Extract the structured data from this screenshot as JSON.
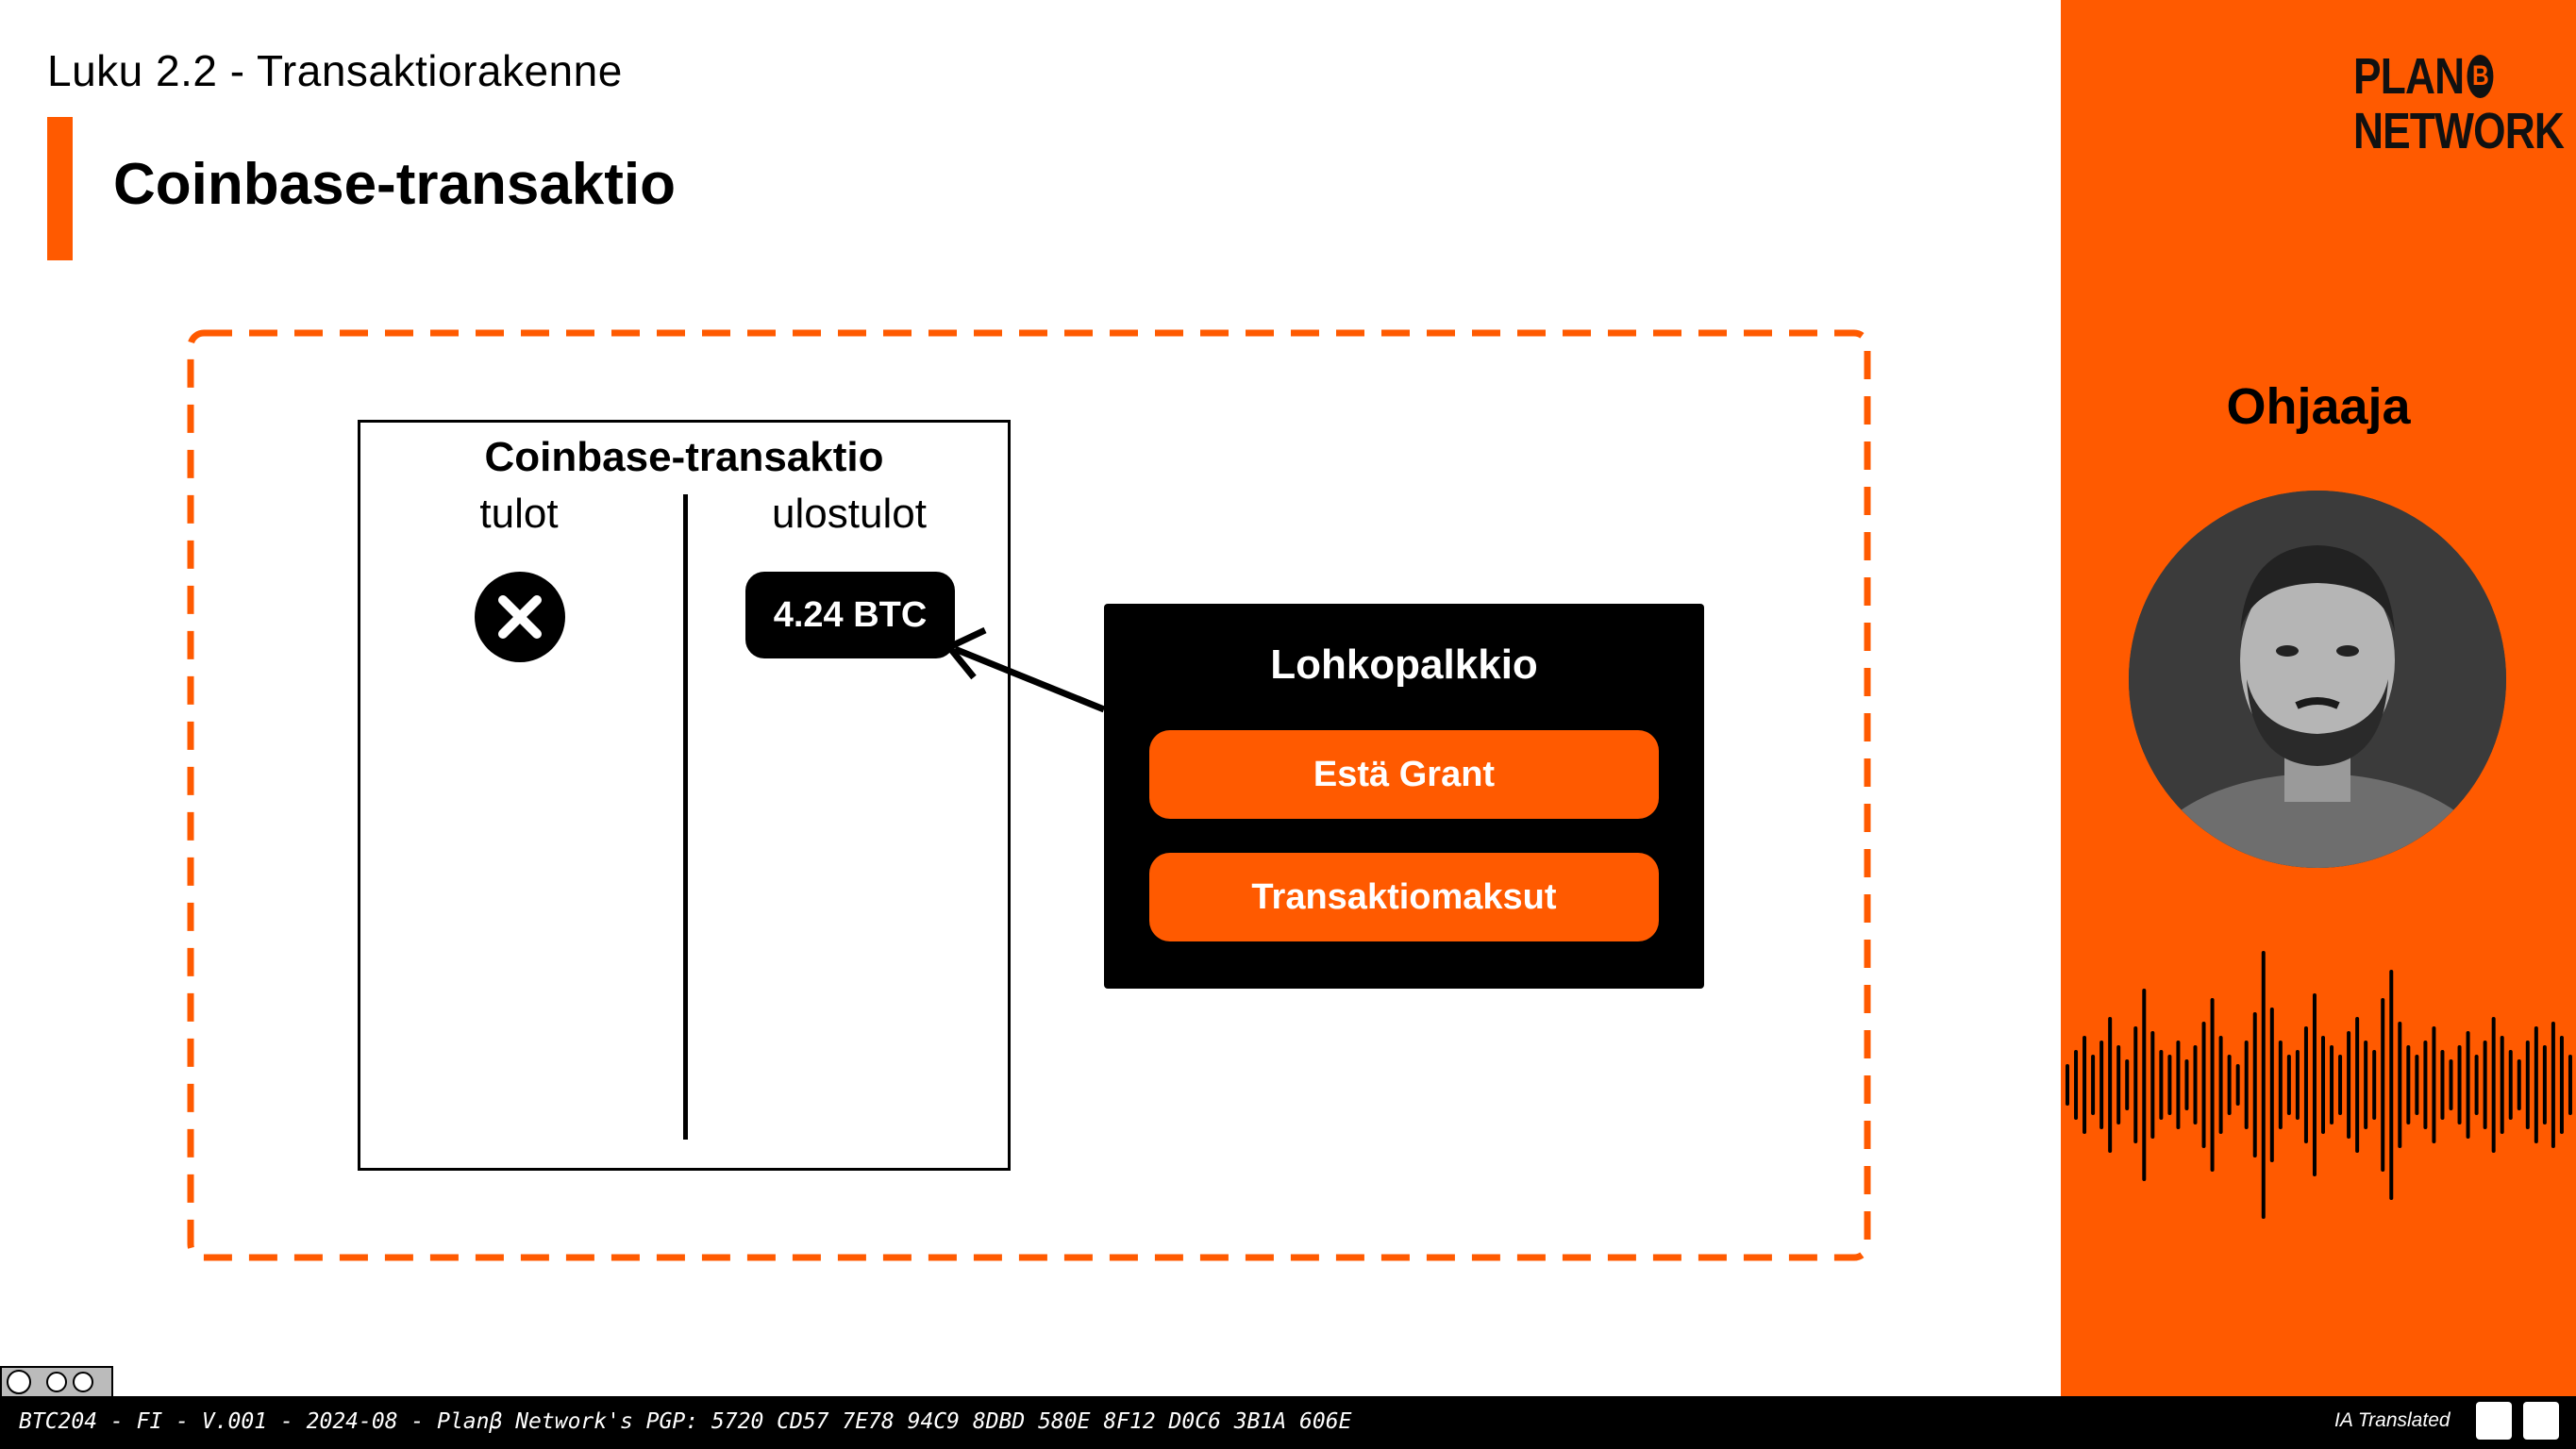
{
  "header": {
    "chapter": "Luku 2.2 - Transaktiorakenne",
    "title": "Coinbase-transaktio"
  },
  "diagram": {
    "transaction": {
      "title": "Coinbase-transaktio",
      "inputs_label": "tulot",
      "outputs_label": "ulostulot",
      "input_marker_icon": "x-circle-icon",
      "output_value": "4.24 BTC"
    },
    "block_reward": {
      "title": "Lohkopalkkio",
      "items": [
        "Estä Grant",
        "Transaktiomaksut"
      ]
    }
  },
  "side_panel": {
    "logo_line1": "PLAN",
    "logo_b": "B",
    "logo_line2": "NETWORK",
    "instructor_label": "Ohjaaja"
  },
  "footer": {
    "text": "BTC204 - FI - V.001 - 2024-08 - Planβ Network's PGP: 5720 CD57 7E78 94C9 8DBD 580E 8F12 D0C6 3B1A 606E",
    "ia_label": "IA Translated"
  },
  "colors": {
    "accent": "#ff5a00",
    "dark": "#000000",
    "background": "#ffffff"
  }
}
